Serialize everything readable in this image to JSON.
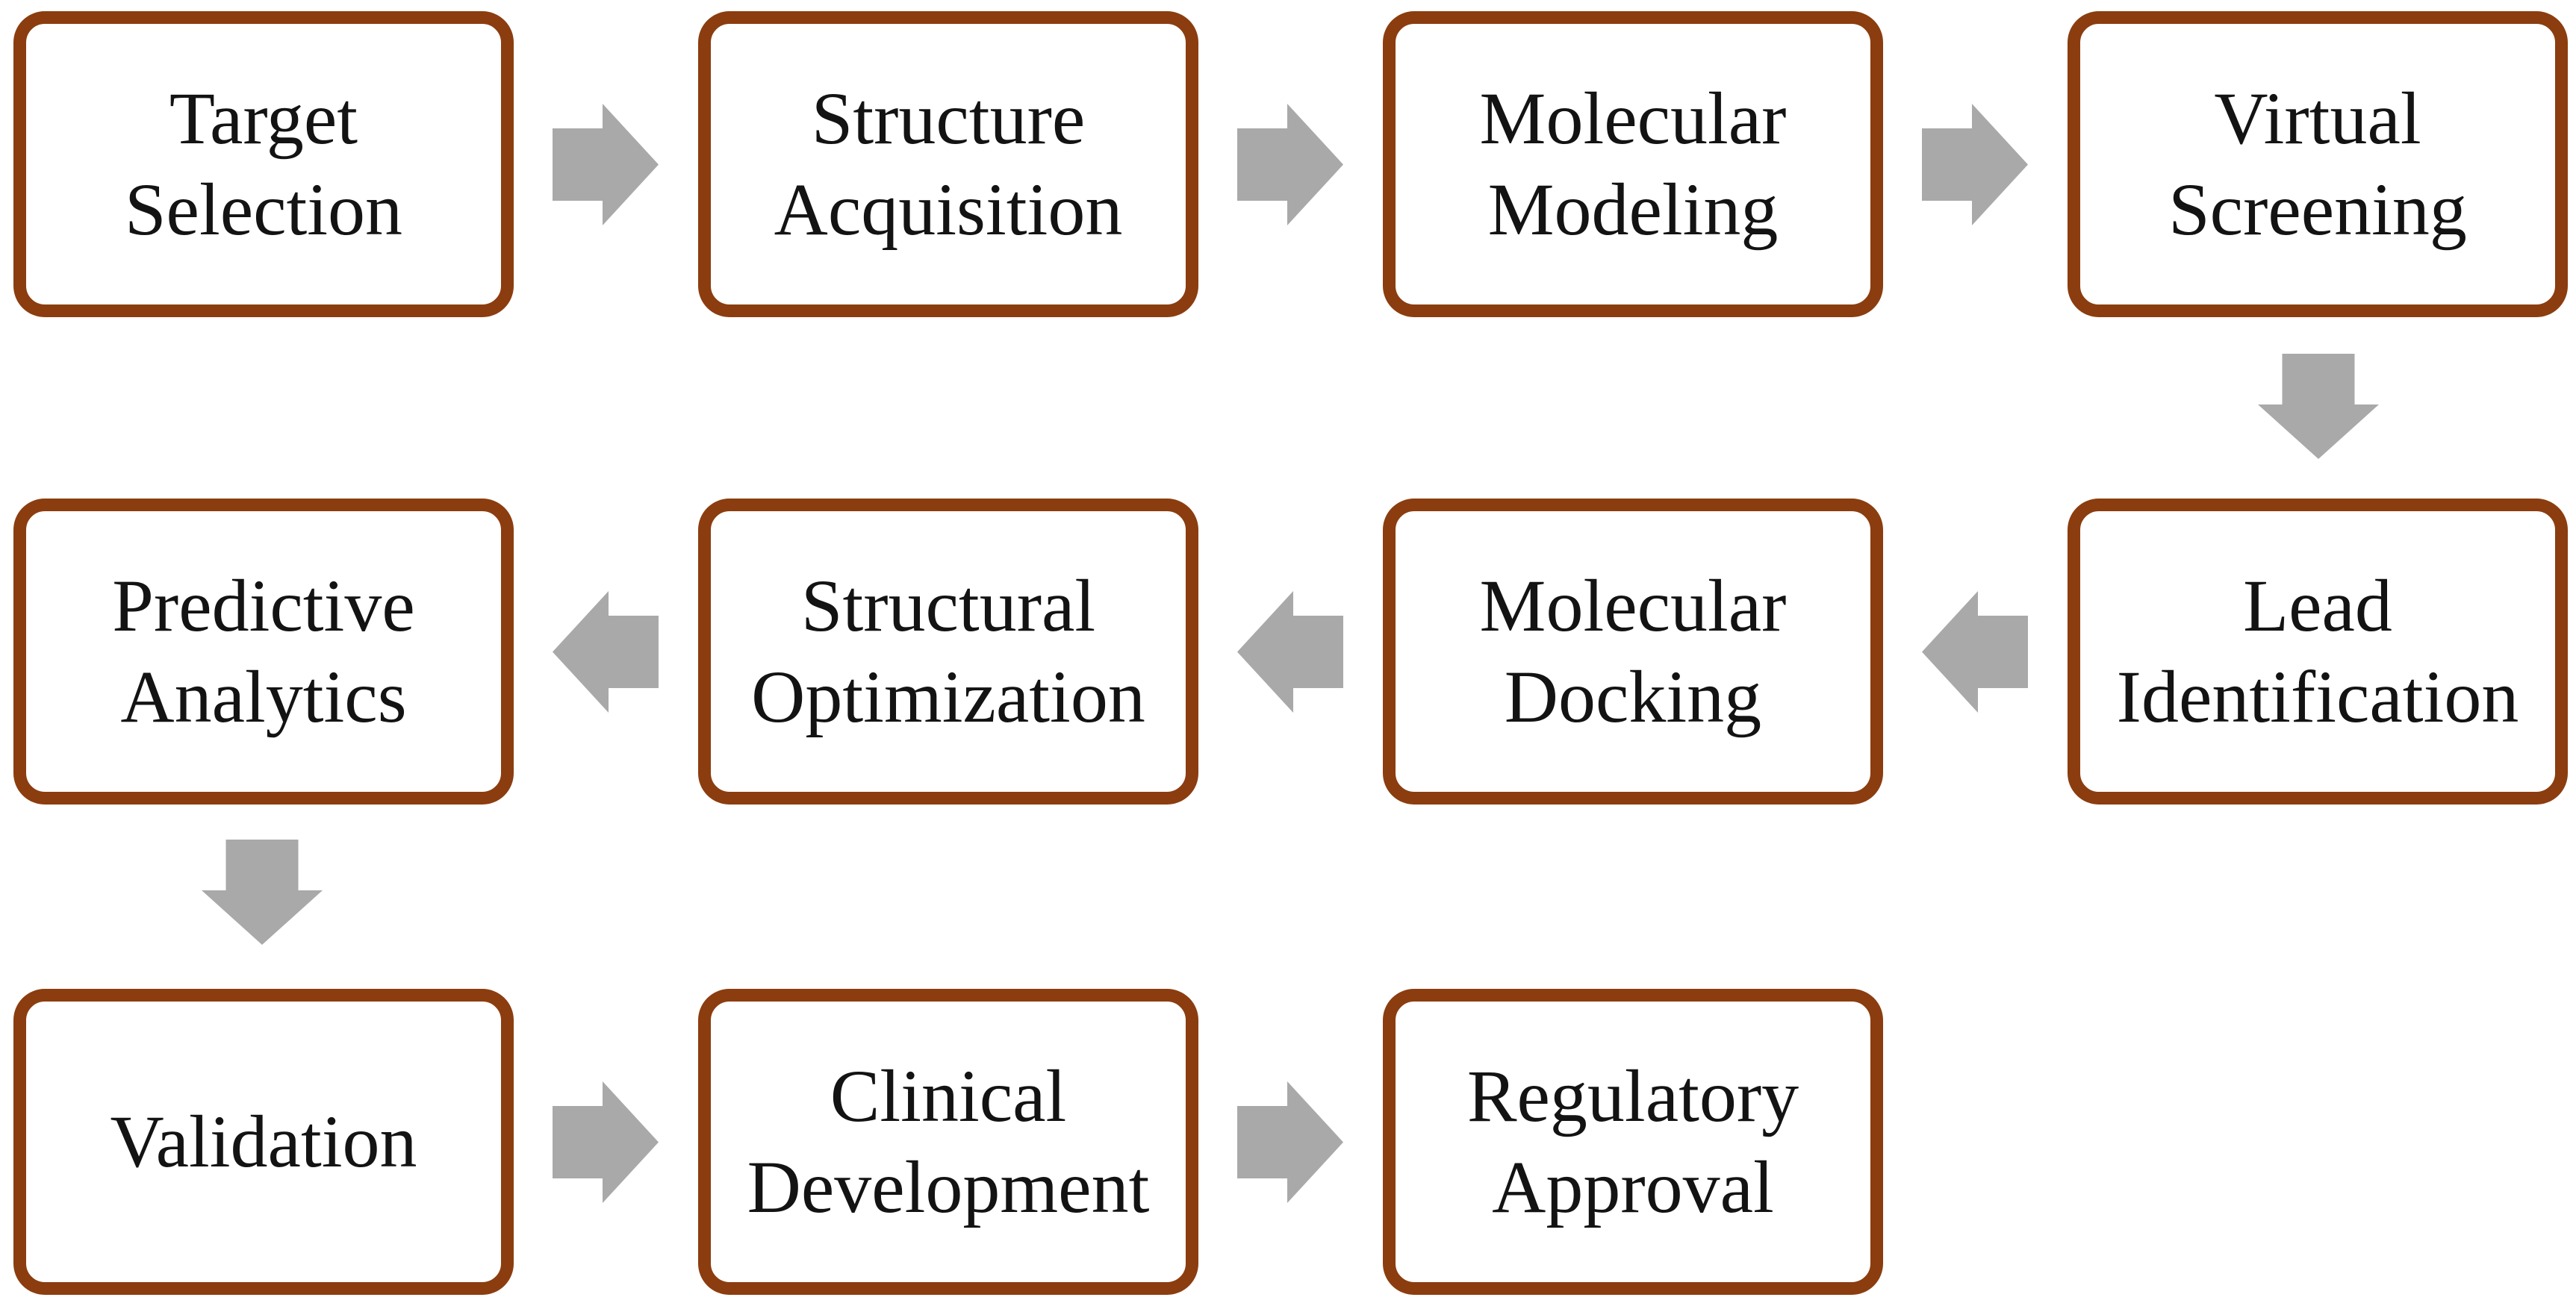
{
  "theme": {
    "border_color": "#8B3D0F",
    "arrow_color": "#A9A9A9",
    "text_color": "#131313",
    "box_fill": "#FFFFFF",
    "background": "#FFFFFF"
  },
  "nodes": [
    {
      "id": "target-selection",
      "label": "Target Selection",
      "line1": "Target",
      "line2": "Selection"
    },
    {
      "id": "structure-acquisition",
      "label": "Structure Acquisition",
      "line1": "Structure",
      "line2": "Acquisition"
    },
    {
      "id": "molecular-modeling",
      "label": "Molecular Modeling",
      "line1": "Molecular",
      "line2": "Modeling"
    },
    {
      "id": "virtual-screening",
      "label": "Virtual Screening",
      "line1": "Virtual",
      "line2": "Screening"
    },
    {
      "id": "predictive-analytics",
      "label": "Predictive Analytics",
      "line1": "Predictive",
      "line2": "Analytics"
    },
    {
      "id": "structural-optimization",
      "label": "Structural Optimization",
      "line1": "Structural",
      "line2": "Optimization"
    },
    {
      "id": "molecular-docking",
      "label": "Molecular Docking",
      "line1": "Molecular",
      "line2": "Docking"
    },
    {
      "id": "lead-identification",
      "label": "Lead Identification",
      "line1": "Lead",
      "line2": "Identification"
    },
    {
      "id": "validation",
      "label": "Validation",
      "line1": "Validation",
      "line2": ""
    },
    {
      "id": "clinical-development",
      "label": "Clinical Development",
      "line1": "Clinical",
      "line2": "Development"
    },
    {
      "id": "regulatory-approval",
      "label": "Regulatory Approval",
      "line1": "Regulatory",
      "line2": "Approval"
    }
  ],
  "flow": [
    {
      "from": "Target Selection",
      "to": "Structure Acquisition",
      "direction": "right"
    },
    {
      "from": "Structure Acquisition",
      "to": "Molecular Modeling",
      "direction": "right"
    },
    {
      "from": "Molecular Modeling",
      "to": "Virtual Screening",
      "direction": "right"
    },
    {
      "from": "Virtual Screening",
      "to": "Lead Identification",
      "direction": "down"
    },
    {
      "from": "Lead Identification",
      "to": "Molecular Docking",
      "direction": "left"
    },
    {
      "from": "Molecular Docking",
      "to": "Structural Optimization",
      "direction": "left"
    },
    {
      "from": "Structural Optimization",
      "to": "Predictive Analytics",
      "direction": "left"
    },
    {
      "from": "Predictive Analytics",
      "to": "Validation",
      "direction": "down"
    },
    {
      "from": "Validation",
      "to": "Clinical Development",
      "direction": "right"
    },
    {
      "from": "Clinical Development",
      "to": "Regulatory Approval",
      "direction": "right"
    }
  ]
}
